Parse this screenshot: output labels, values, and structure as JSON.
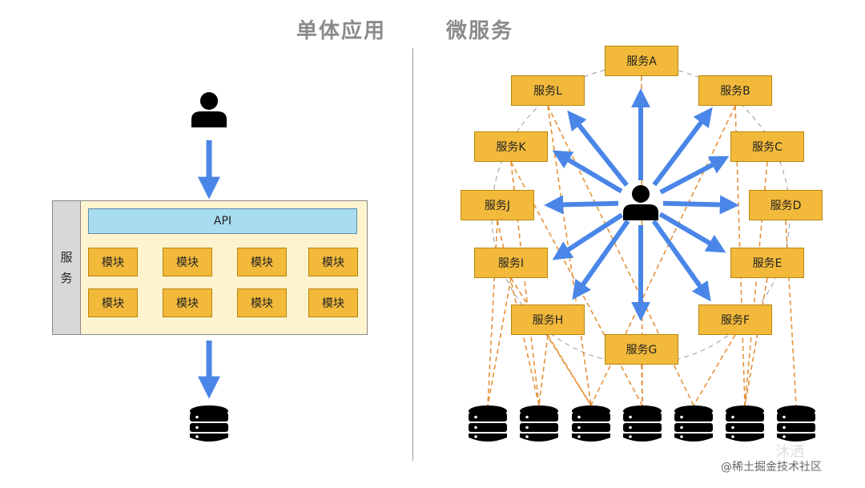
{
  "titles": {
    "monolith": "单体应用",
    "microservices": "微服务"
  },
  "monolith": {
    "side_label": "服务",
    "api_label": "API",
    "modules": [
      "模块",
      "模块",
      "模块",
      "模块",
      "模块",
      "模块",
      "模块",
      "模块"
    ]
  },
  "microservices": {
    "services": [
      "服务A",
      "服务B",
      "服务C",
      "服务D",
      "服务E",
      "服务F",
      "服务G",
      "服务H",
      "服务I",
      "服务J",
      "服务K",
      "服务L"
    ],
    "database_count": 7
  },
  "watermark": {
    "brand": "沐洒",
    "site": "@稀土掘金技术社区"
  },
  "colors": {
    "service_box": "#f2b93b",
    "api_bar": "#a8dcef",
    "arrow": "#4a86e8",
    "dashed_link": "#e69138",
    "icon": "#000000"
  }
}
